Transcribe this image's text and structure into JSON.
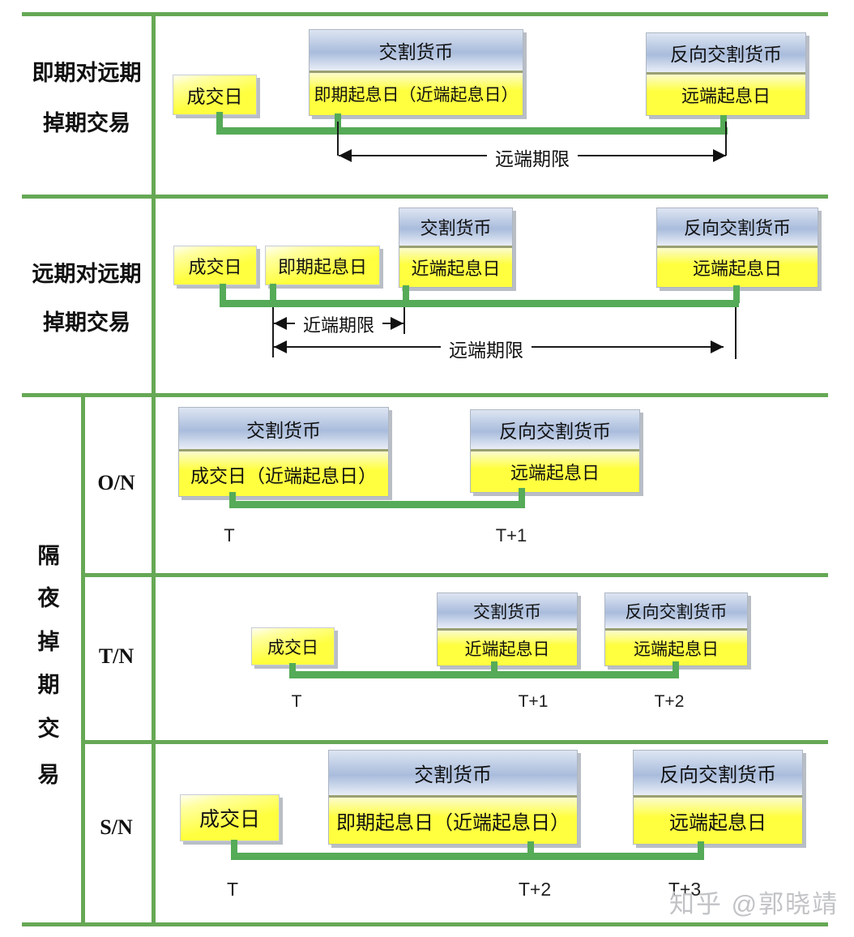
{
  "r1": {
    "label1": "即期对远期",
    "label2": "掉期交易",
    "deal": "成交日",
    "mid_hd": "交割货币",
    "mid_bd": "即期起息日（近端起息日）",
    "right_hd": "反向交割货币",
    "right_bd": "远端起息日",
    "far": "远端期限"
  },
  "r2": {
    "label1": "远期对远期",
    "label2": "掉期交易",
    "deal": "成交日",
    "spot": "即期起息日",
    "mid_hd": "交割货币",
    "mid_bd": "近端起息日",
    "right_hd": "反向交割货币",
    "right_bd": "远端起息日",
    "near": "近端期限",
    "far": "远端期限"
  },
  "r3": {
    "chars": [
      "隔",
      "夜",
      "掉",
      "期",
      "交",
      "易"
    ],
    "on": {
      "label": "O/N",
      "mid_hd": "交割货币",
      "mid_bd": "成交日（近端起息日）",
      "right_hd": "反向交割货币",
      "right_bd": "远端起息日",
      "t0": "T",
      "t1": "T+1"
    },
    "tn": {
      "label": "T/N",
      "deal": "成交日",
      "mid_hd": "交割货币",
      "mid_bd": "近端起息日",
      "right_hd": "反向交割货币",
      "right_bd": "远端起息日",
      "t0": "T",
      "t1": "T+1",
      "t2": "T+2"
    },
    "sn": {
      "label": "S/N",
      "deal": "成交日",
      "mid_hd": "交割货币",
      "mid_bd": "即期起息日（近端起息日）",
      "right_hd": "反向交割货币",
      "right_bd": "远端起息日",
      "t0": "T",
      "t2": "T+2",
      "t3": "T+3"
    }
  },
  "watermark": "知乎 @郭晓靖",
  "colors": {
    "grid_green": "#66a855",
    "connector_green": "#55ab57",
    "box_yellow": "#ffff40",
    "header_blue": "#aabcdc"
  }
}
